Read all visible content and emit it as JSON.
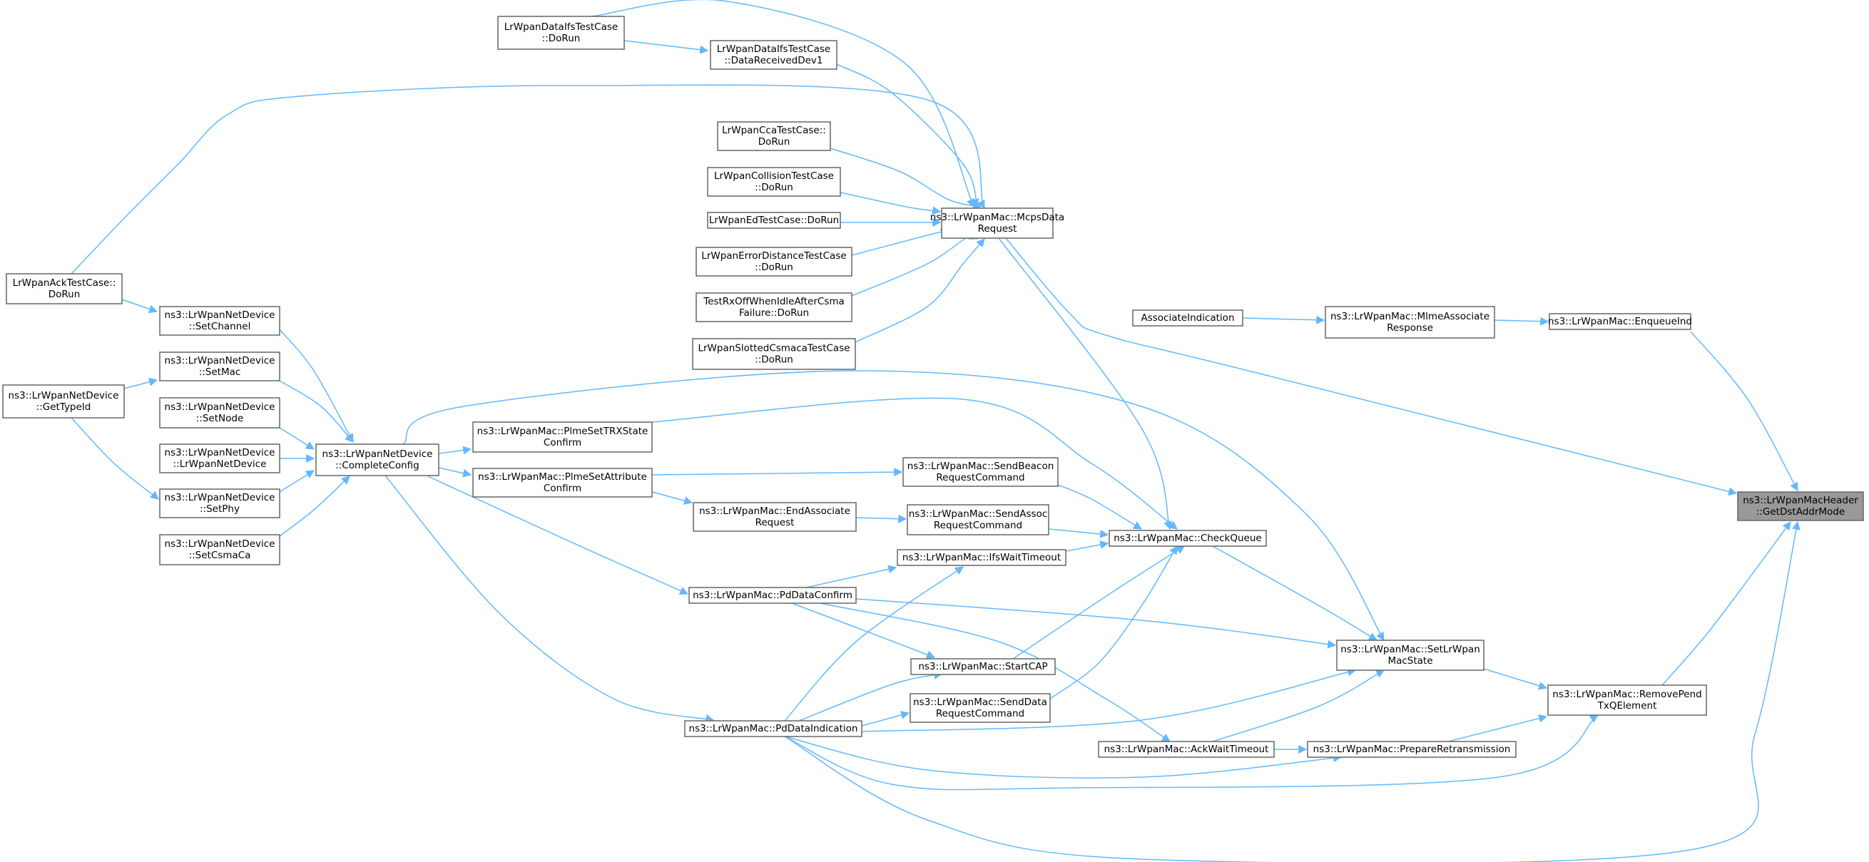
{
  "graph": {
    "target": "getdst",
    "nodes": [
      {
        "id": "ifs_dorun",
        "lines": [
          "LrWpanDataIfsTestCase",
          "::DoRun"
        ]
      },
      {
        "id": "ifs_drd1",
        "lines": [
          "LrWpanDataIfsTestCase",
          "::DataReceivedDev1"
        ]
      },
      {
        "id": "cca",
        "lines": [
          "LrWpanCcaTestCase::",
          "DoRun"
        ]
      },
      {
        "id": "coll",
        "lines": [
          "LrWpanCollisionTestCase",
          "::DoRun"
        ]
      },
      {
        "id": "ed",
        "lines": [
          "LrWpanEdTestCase::DoRun"
        ]
      },
      {
        "id": "errdist",
        "lines": [
          "LrWpanErrorDistanceTestCase",
          "::DoRun"
        ]
      },
      {
        "id": "rxoff",
        "lines": [
          "TestRxOffWhenIdleAfterCsma",
          "Failure::DoRun"
        ]
      },
      {
        "id": "slotted",
        "lines": [
          "LrWpanSlottedCsmacaTestCase",
          "::DoRun"
        ]
      },
      {
        "id": "mcps",
        "lines": [
          "ns3::LrWpanMac::McpsData",
          "Request"
        ]
      },
      {
        "id": "ack",
        "lines": [
          "LrWpanAckTestCase::",
          "DoRun"
        ]
      },
      {
        "id": "setchannel",
        "lines": [
          "ns3::LrWpanNetDevice",
          "::SetChannel"
        ]
      },
      {
        "id": "setmac",
        "lines": [
          "ns3::LrWpanNetDevice",
          "::SetMac"
        ]
      },
      {
        "id": "gettypeid",
        "lines": [
          "ns3::LrWpanNetDevice",
          "::GetTypeId"
        ]
      },
      {
        "id": "setnode",
        "lines": [
          "ns3::LrWpanNetDevice",
          "::SetNode"
        ]
      },
      {
        "id": "ctor",
        "lines": [
          "ns3::LrWpanNetDevice",
          "::LrWpanNetDevice"
        ]
      },
      {
        "id": "setphy",
        "lines": [
          "ns3::LrWpanNetDevice",
          "::SetPhy"
        ]
      },
      {
        "id": "setcsma",
        "lines": [
          "ns3::LrWpanNetDevice",
          "::SetCsmaCa"
        ]
      },
      {
        "id": "complete",
        "lines": [
          "ns3::LrWpanNetDevice",
          "::CompleteConfig"
        ]
      },
      {
        "id": "trx",
        "lines": [
          "ns3::LrWpanMac::PlmeSetTRXState",
          "Confirm"
        ]
      },
      {
        "id": "attr",
        "lines": [
          "ns3::LrWpanMac::PlmeSetAttribute",
          "Confirm"
        ]
      },
      {
        "id": "beacon",
        "lines": [
          "ns3::LrWpanMac::SendBeacon",
          "RequestCommand"
        ]
      },
      {
        "id": "endassoc",
        "lines": [
          "ns3::LrWpanMac::EndAssociate",
          "Request"
        ]
      },
      {
        "id": "sendassoc",
        "lines": [
          "ns3::LrWpanMac::SendAssoc",
          "RequestCommand"
        ]
      },
      {
        "id": "ifswait",
        "lines": [
          "ns3::LrWpanMac::IfsWaitTimeout"
        ]
      },
      {
        "id": "checkq",
        "lines": [
          "ns3::LrWpanMac::CheckQueue"
        ]
      },
      {
        "id": "pdconfirm",
        "lines": [
          "ns3::LrWpanMac::PdDataConfirm"
        ]
      },
      {
        "id": "startcap",
        "lines": [
          "ns3::LrWpanMac::StartCAP"
        ]
      },
      {
        "id": "senddata",
        "lines": [
          "ns3::LrWpanMac::SendData",
          "RequestCommand"
        ]
      },
      {
        "id": "pdind",
        "lines": [
          "ns3::LrWpanMac::PdDataIndication"
        ]
      },
      {
        "id": "assocind",
        "lines": [
          "AssociateIndication"
        ]
      },
      {
        "id": "mlme",
        "lines": [
          "ns3::LrWpanMac::MlmeAssociate",
          "Response"
        ]
      },
      {
        "id": "enqueue",
        "lines": [
          "ns3::LrWpanMac::EnqueueInd"
        ]
      },
      {
        "id": "setstate",
        "lines": [
          "ns3::LrWpanMac::SetLrWpan",
          "MacState"
        ]
      },
      {
        "id": "ackwait",
        "lines": [
          "ns3::LrWpanMac::AckWaitTimeout"
        ]
      },
      {
        "id": "prepare",
        "lines": [
          "ns3::LrWpanMac::PrepareRetransmission"
        ]
      },
      {
        "id": "removepend",
        "lines": [
          "ns3::LrWpanMac::RemovePend",
          "TxQElement"
        ]
      },
      {
        "id": "getdst",
        "lines": [
          "ns3::LrWpanMacHeader",
          "::GetDstAddrMode"
        ]
      }
    ],
    "edges": [
      [
        "ifs_dorun",
        "ifs_drd1"
      ],
      [
        "ifs_dorun",
        "mcps"
      ],
      [
        "ifs_drd1",
        "mcps"
      ],
      [
        "cca",
        "mcps"
      ],
      [
        "coll",
        "mcps"
      ],
      [
        "ed",
        "mcps"
      ],
      [
        "errdist",
        "mcps"
      ],
      [
        "rxoff",
        "mcps"
      ],
      [
        "slotted",
        "mcps"
      ],
      [
        "ack",
        "mcps"
      ],
      [
        "ack",
        "setchannel"
      ],
      [
        "gettypeid",
        "setmac"
      ],
      [
        "gettypeid",
        "setphy"
      ],
      [
        "setchannel",
        "complete"
      ],
      [
        "setmac",
        "complete"
      ],
      [
        "setnode",
        "complete"
      ],
      [
        "ctor",
        "complete"
      ],
      [
        "setphy",
        "complete"
      ],
      [
        "setcsma",
        "complete"
      ],
      [
        "complete",
        "trx"
      ],
      [
        "complete",
        "attr"
      ],
      [
        "complete",
        "pdconfirm"
      ],
      [
        "complete",
        "pdind"
      ],
      [
        "complete",
        "setstate"
      ],
      [
        "attr",
        "beacon"
      ],
      [
        "attr",
        "endassoc"
      ],
      [
        "endassoc",
        "sendassoc"
      ],
      [
        "trx",
        "checkq"
      ],
      [
        "beacon",
        "checkq"
      ],
      [
        "sendassoc",
        "checkq"
      ],
      [
        "ifswait",
        "checkq"
      ],
      [
        "startcap",
        "checkq"
      ],
      [
        "senddata",
        "checkq"
      ],
      [
        "mcps",
        "checkq"
      ],
      [
        "pdconfirm",
        "ifswait"
      ],
      [
        "pdind",
        "ifswait"
      ],
      [
        "pdconfirm",
        "startcap"
      ],
      [
        "pdind",
        "startcap"
      ],
      [
        "pdind",
        "senddata"
      ],
      [
        "pdconfirm",
        "setstate"
      ],
      [
        "pdind",
        "setstate"
      ],
      [
        "checkq",
        "setstate"
      ],
      [
        "ackwait",
        "setstate"
      ],
      [
        "pdconfirm",
        "ackwait"
      ],
      [
        "ackwait",
        "prepare"
      ],
      [
        "pdind",
        "prepare"
      ],
      [
        "pdind",
        "removepend"
      ],
      [
        "prepare",
        "removepend"
      ],
      [
        "setstate",
        "removepend"
      ],
      [
        "assocind",
        "mlme"
      ],
      [
        "mlme",
        "enqueue"
      ],
      [
        "mcps",
        "getdst"
      ],
      [
        "enqueue",
        "getdst"
      ],
      [
        "removepend",
        "getdst"
      ],
      [
        "pdind",
        "getdst"
      ]
    ]
  }
}
